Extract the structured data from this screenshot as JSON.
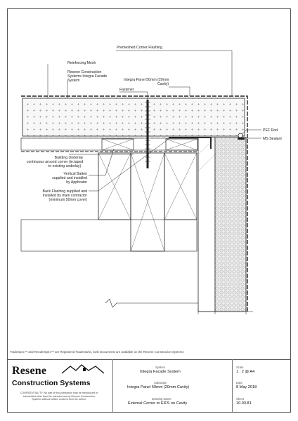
{
  "labels": {
    "premeshed_corner_flashing": "Premeshed Corner Flashing",
    "reinforcing_mesh": "Reinforcing Mesh",
    "resene_line1": "Resene Construction",
    "resene_line2": "Systems Integra Facade",
    "resene_line3": "System",
    "integra_panel_line1": "Integra Panel 50mm (20mm",
    "integra_panel_line2": "Cavity)",
    "fastener": "Fastener",
    "pef_rod": "PEF Rod",
    "ms_sealant": "MS Sealant",
    "underlay_line1": "Building Underlay",
    "underlay_line2": "continuous around corner (ie.taped",
    "underlay_line3": "to existing underlay)",
    "batten_line1": "Vertical Batten",
    "batten_line2": "supplied and installed",
    "batten_line3": "by Applicator",
    "backflash_line1": "Back Flashing supplied and",
    "backflash_line2": "installed by main contractor",
    "backflash_line3": "(minimum 50mm cover)"
  },
  "trademark_note": "TradeSpec™ and RenderSpec™ are Registered Trademarks, both Documents are available on the Resene Construction Systems",
  "title_block": {
    "logo_main": "Resene",
    "logo_sub": "Construction Systems",
    "confidentiality": "CONFIDENTIALITY: No part of this publication may be reproduced or transmitted other than the intended use by Resene Construction Systems without written consent from the author.",
    "system_caption": "System",
    "system_value": "Integra Facade System",
    "substrate_caption": "Substrate",
    "substrate_value": "Integra Panel 50mm (20mm Cavity)",
    "drawing_caption": "Drawing Name",
    "drawing_value": "External Corner to EIFS on Cavity",
    "scale_caption": "Scale",
    "scale_value": "1 : 2 @ A4",
    "date_caption": "Date",
    "date_value": "8 May 2018",
    "sheet_caption": "Sheet",
    "sheet_value": "10.03.81"
  },
  "colors": {
    "line": "#222222",
    "hatch": "#8a8a8a",
    "eifs_fill": "#e9e9e9"
  }
}
